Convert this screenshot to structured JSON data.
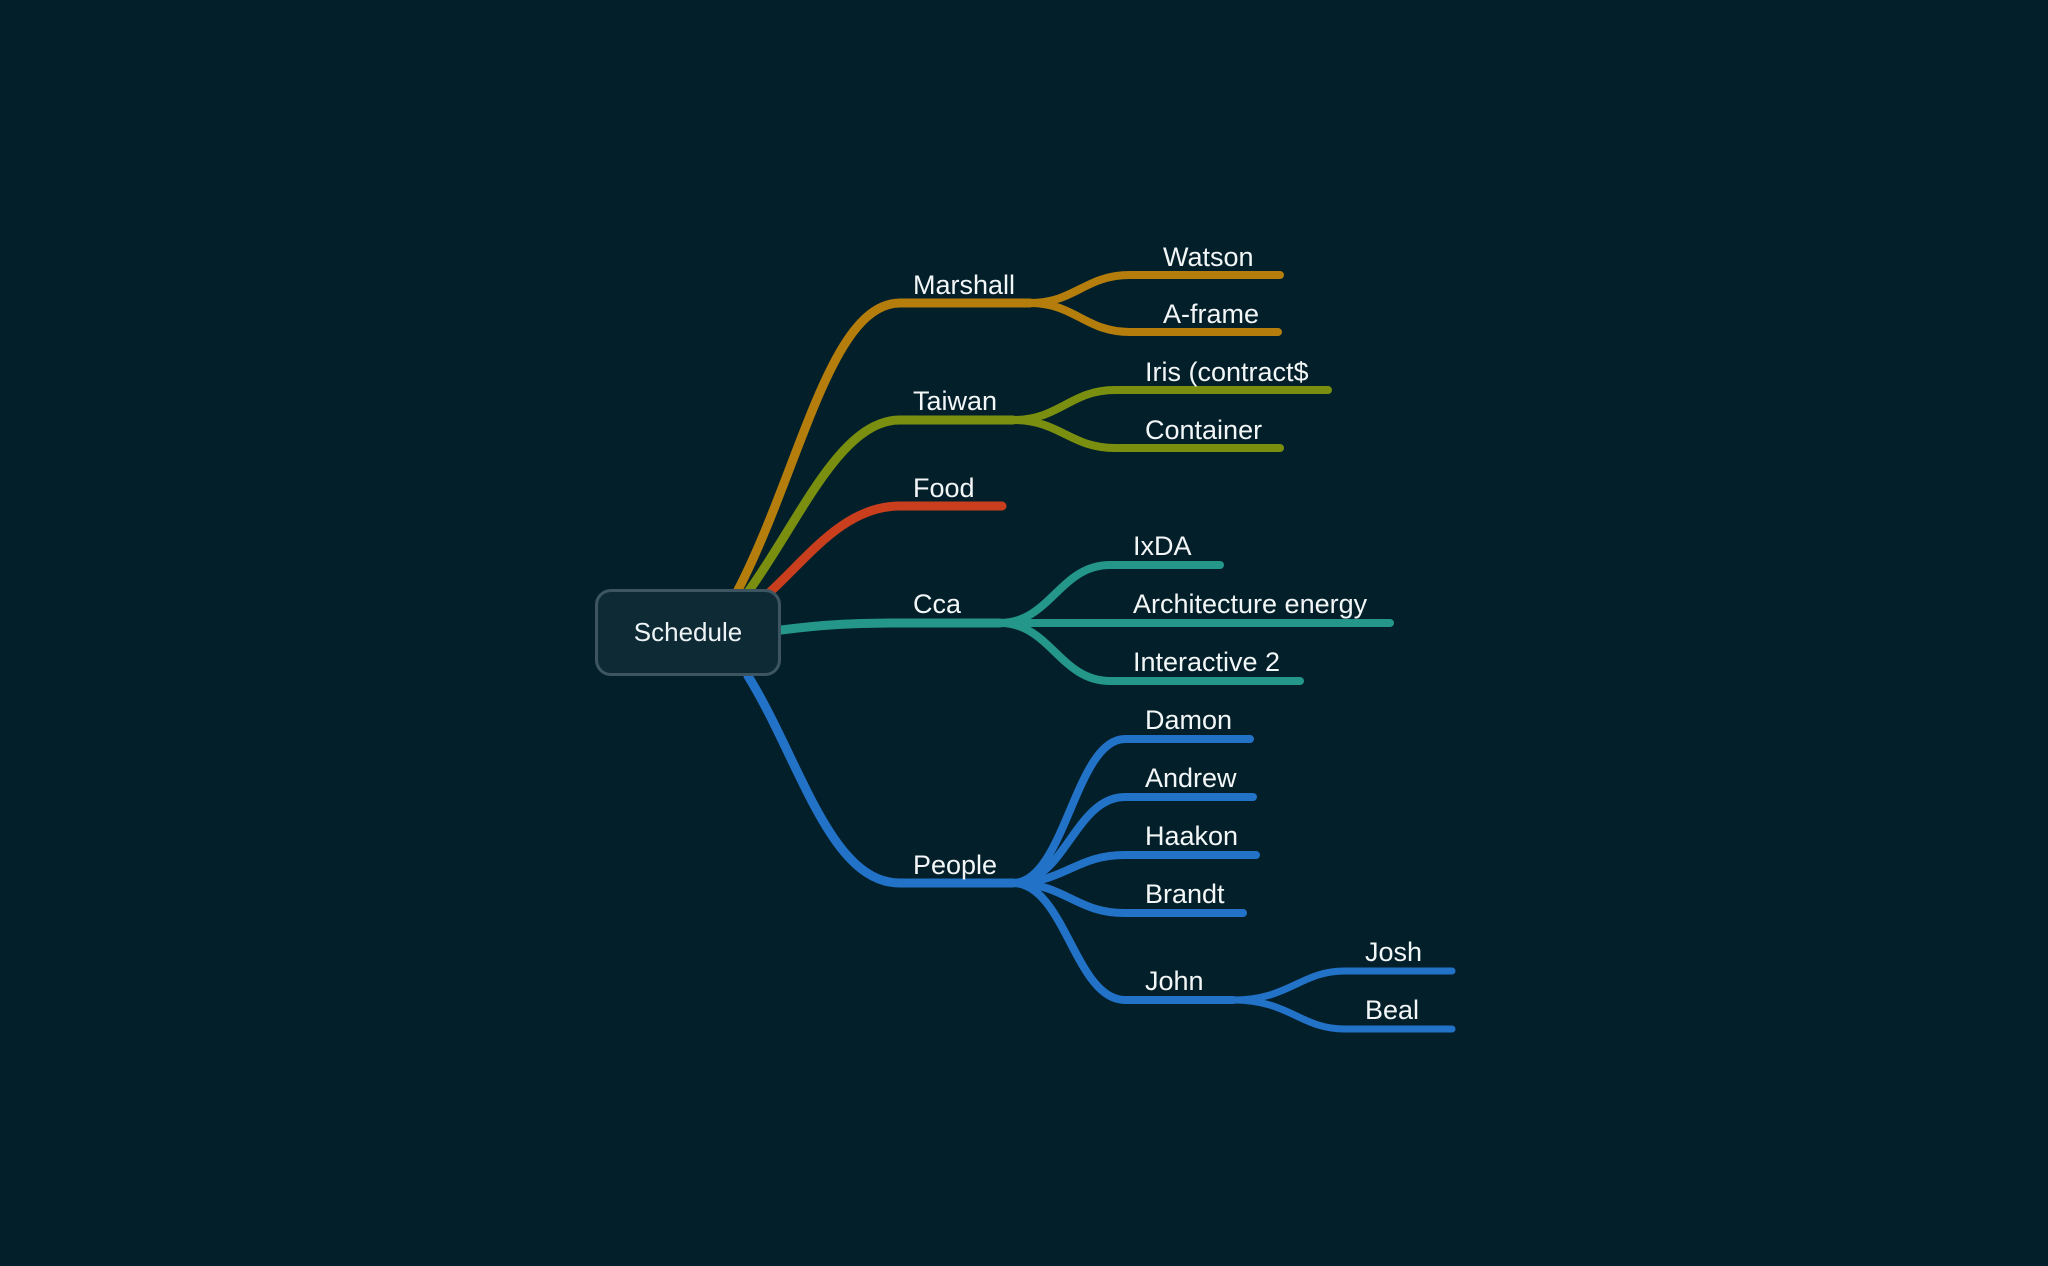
{
  "map": {
    "root": "Schedule",
    "colors": {
      "background": "#03202a",
      "root_border": "#3d5560",
      "root_fill": "#0e2b35",
      "text": "#f3f6f7",
      "marshall": "#b57d0c",
      "taiwan": "#7a8f10",
      "food": "#c93f1d",
      "cca": "#24968a",
      "people": "#2272c8"
    },
    "branches": {
      "marshall": {
        "label": "Marshall",
        "children": [
          "Watson",
          "A-frame"
        ]
      },
      "taiwan": {
        "label": "Taiwan",
        "children": [
          "Iris (contract$",
          "Container"
        ]
      },
      "food": {
        "label": "Food",
        "children": []
      },
      "cca": {
        "label": "Cca",
        "children": [
          "IxDA",
          "Architecture energy",
          "Interactive 2"
        ]
      },
      "people": {
        "label": "People",
        "children": [
          "Damon",
          "Andrew",
          "Haakon",
          "Brandt",
          "John"
        ],
        "john_children": [
          "Josh",
          "Beal"
        ]
      }
    }
  }
}
